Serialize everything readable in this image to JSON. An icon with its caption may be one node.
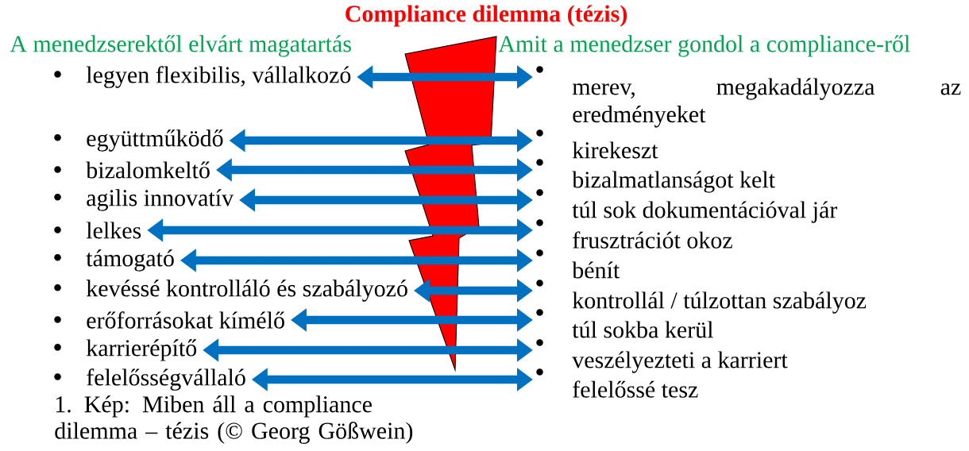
{
  "diagram": {
    "title": "Compliance dilemma (tézis)",
    "nodes": [
      {
        "text": [
          "legyen flexibilis, vállalkozó"
        ]
      },
      {
        "text": [
          "együttműködő"
        ]
      },
      {
        "text": [
          "bizalomkeltő"
        ]
      },
      {
        "text": [
          "agilis innovatív"
        ]
      },
      {
        "text": [
          "lelkes"
        ]
      },
      {
        "text": [
          "támogató"
        ]
      },
      {
        "text": [
          "kevéssé kontrolláló és szabályozó"
        ]
      },
      {
        "text": [
          "erőforrásokat kímélő"
        ]
      },
      {
        "text": [
          "karrierépítő"
        ]
      },
      {
        "text": [
          "felelősségvállaló"
        ]
      },
      {
        "text": [
          "merev, megakadályozza az eredményeket"
        ]
      },
      {
        "text": [
          "kirekeszt"
        ]
      },
      {
        "text": [
          "bizalmatlanságot kelt"
        ]
      },
      {
        "text": [
          "túl sok dokumentációval jár"
        ]
      },
      {
        "text": [
          "frusztrációt okoz"
        ]
      },
      {
        "text": [
          "bénít"
        ]
      },
      {
        "text": [
          "kontrollál / túlzottan szabályoz"
        ]
      },
      {
        "text": [
          "túl sokba kerül"
        ]
      },
      {
        "text": [
          "veszélyezteti a karriert"
        ]
      },
      {
        "text": [
          "felelőssé tesz"
        ]
      }
    ],
    "edges": [
      {
        "from": 0,
        "to": 10,
        "arrow": "both"
      },
      {
        "from": 1,
        "to": 11,
        "arrow": "both"
      },
      {
        "from": 2,
        "to": 12,
        "arrow": "both"
      },
      {
        "from": 3,
        "to": 13,
        "arrow": "both"
      },
      {
        "from": 4,
        "to": 14,
        "arrow": "both"
      },
      {
        "from": 5,
        "to": 15,
        "arrow": "both"
      },
      {
        "from": 6,
        "to": 16,
        "arrow": "both"
      },
      {
        "from": 7,
        "to": 17,
        "arrow": "both"
      },
      {
        "from": 8,
        "to": 18,
        "arrow": "both"
      },
      {
        "from": 9,
        "to": 19,
        "arrow": "both"
      }
    ],
    "labels": [
      "A menedzserektől elvárt magatartás",
      "Amit a menedzser gondol a compliance-ről"
    ],
    "caption": "1. Kép: Miben áll a compliance dilemma – tézis (© Georg Gößwein)"
  }
}
